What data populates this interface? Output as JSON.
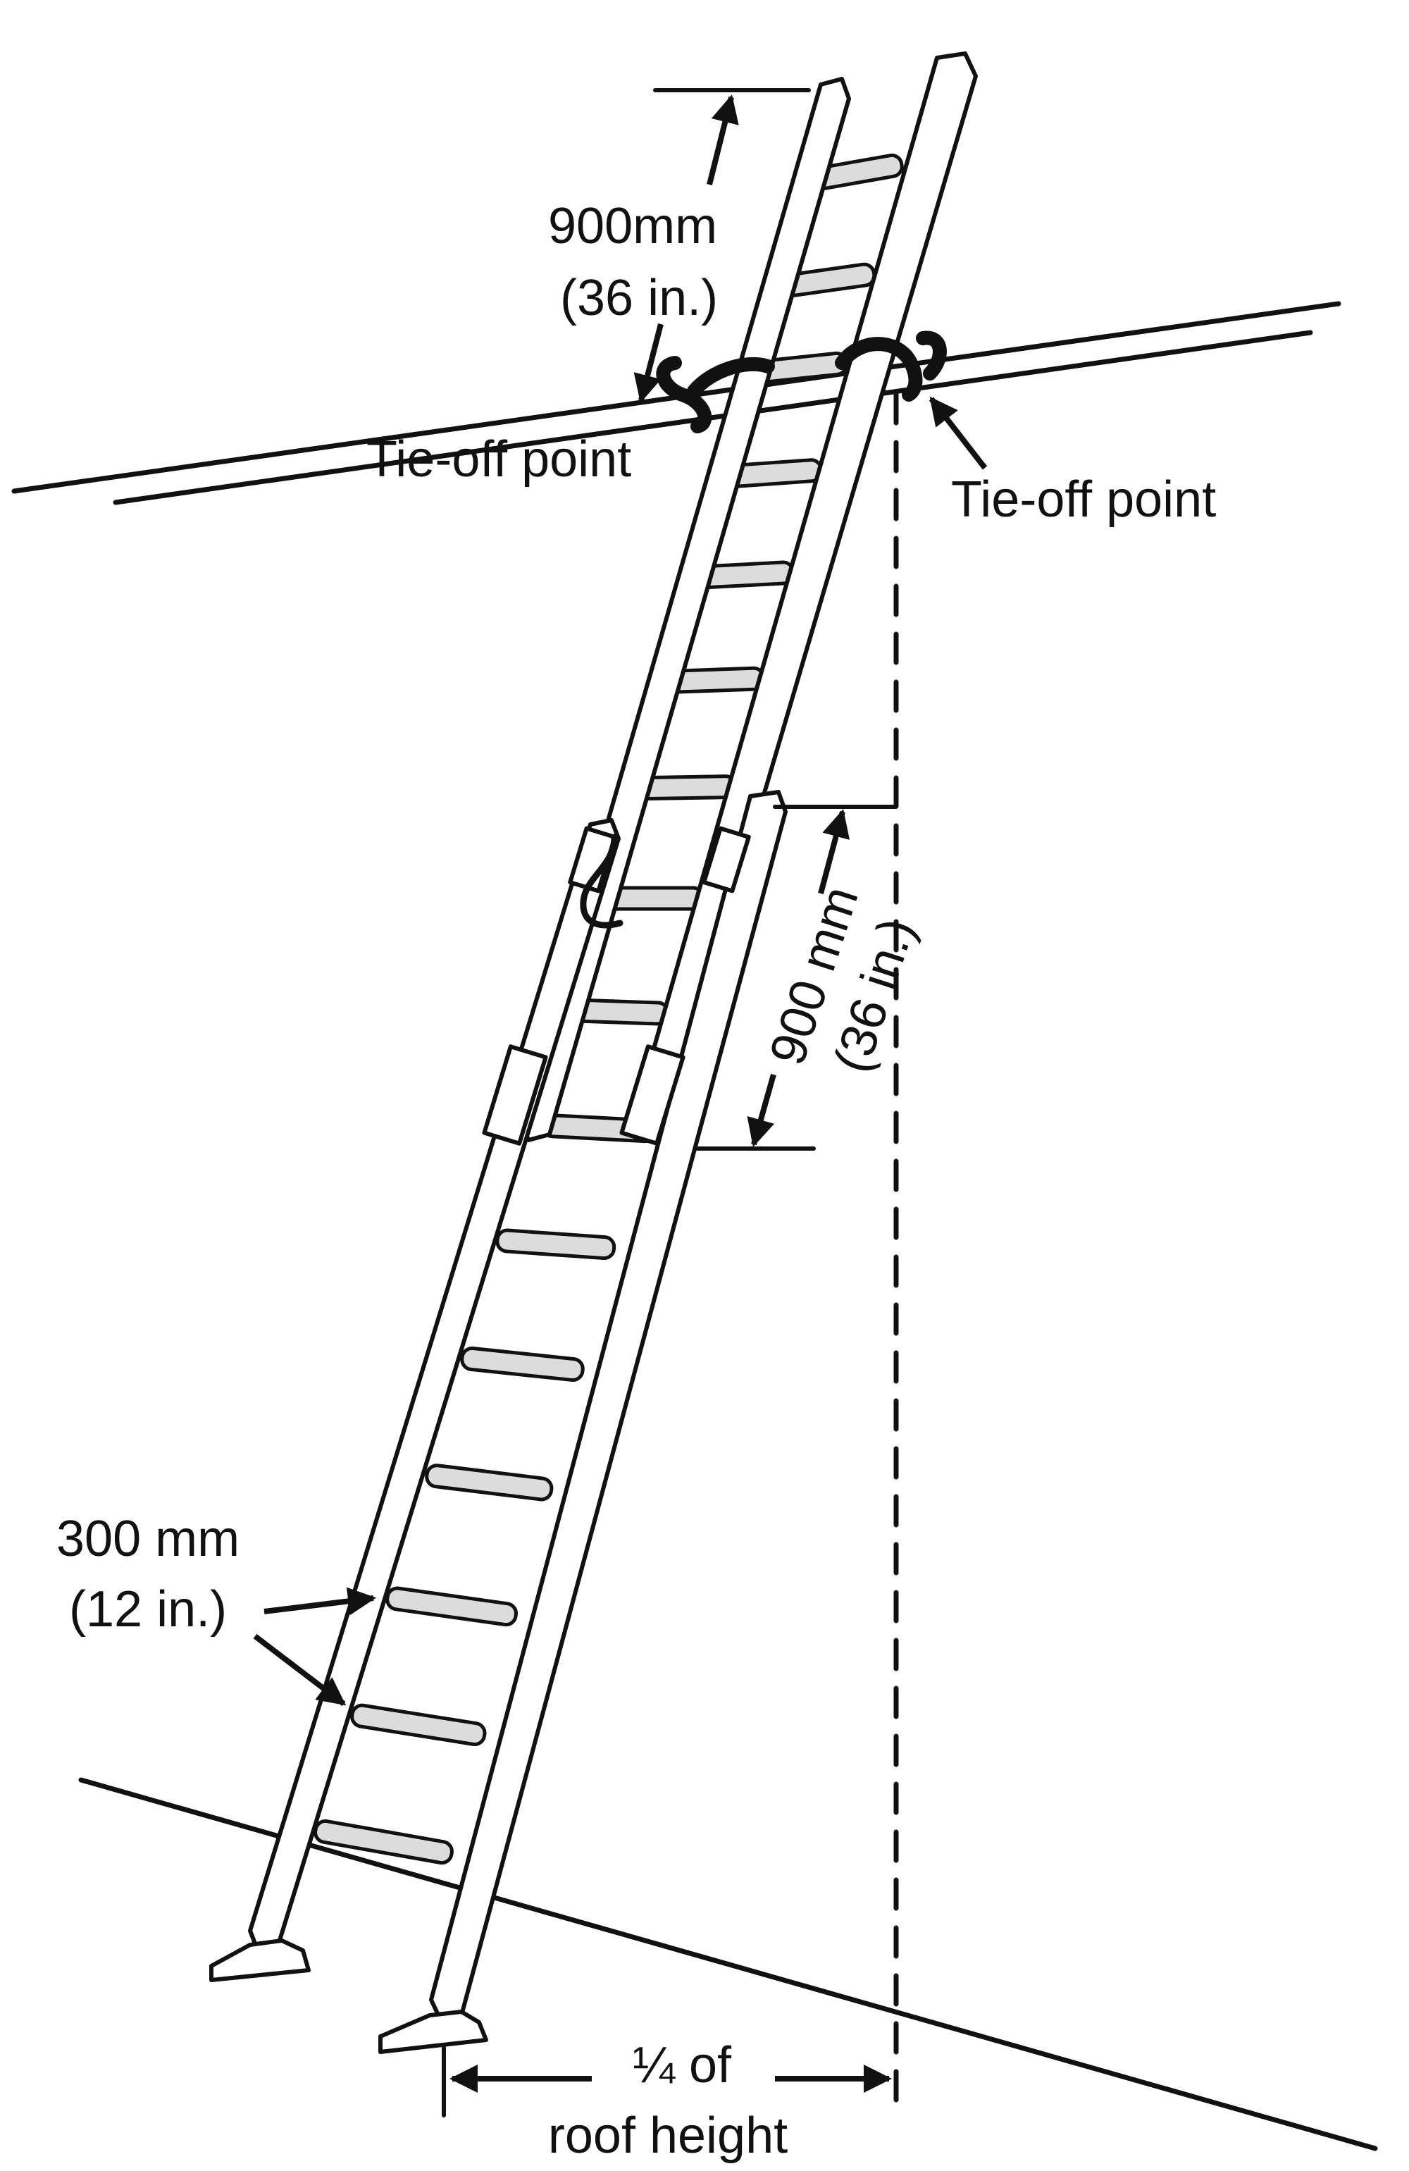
{
  "diagram": {
    "labels": {
      "top_extension_mm": "900mm",
      "top_extension_in": "(36 in.)",
      "tie_off_left": "Tie-off point",
      "tie_off_right": "Tie-off point",
      "overlap_mm": "900 mm",
      "overlap_in": "(36 in.)",
      "rung_spacing_mm": "300 mm",
      "rung_spacing_in": "(12 in.)",
      "base_distance_line1": "¼ of",
      "base_distance_line2": "roof height"
    },
    "colors": {
      "ink": "#111111",
      "rung_fill": "#dcdcdc",
      "background": "#ffffff"
    }
  }
}
